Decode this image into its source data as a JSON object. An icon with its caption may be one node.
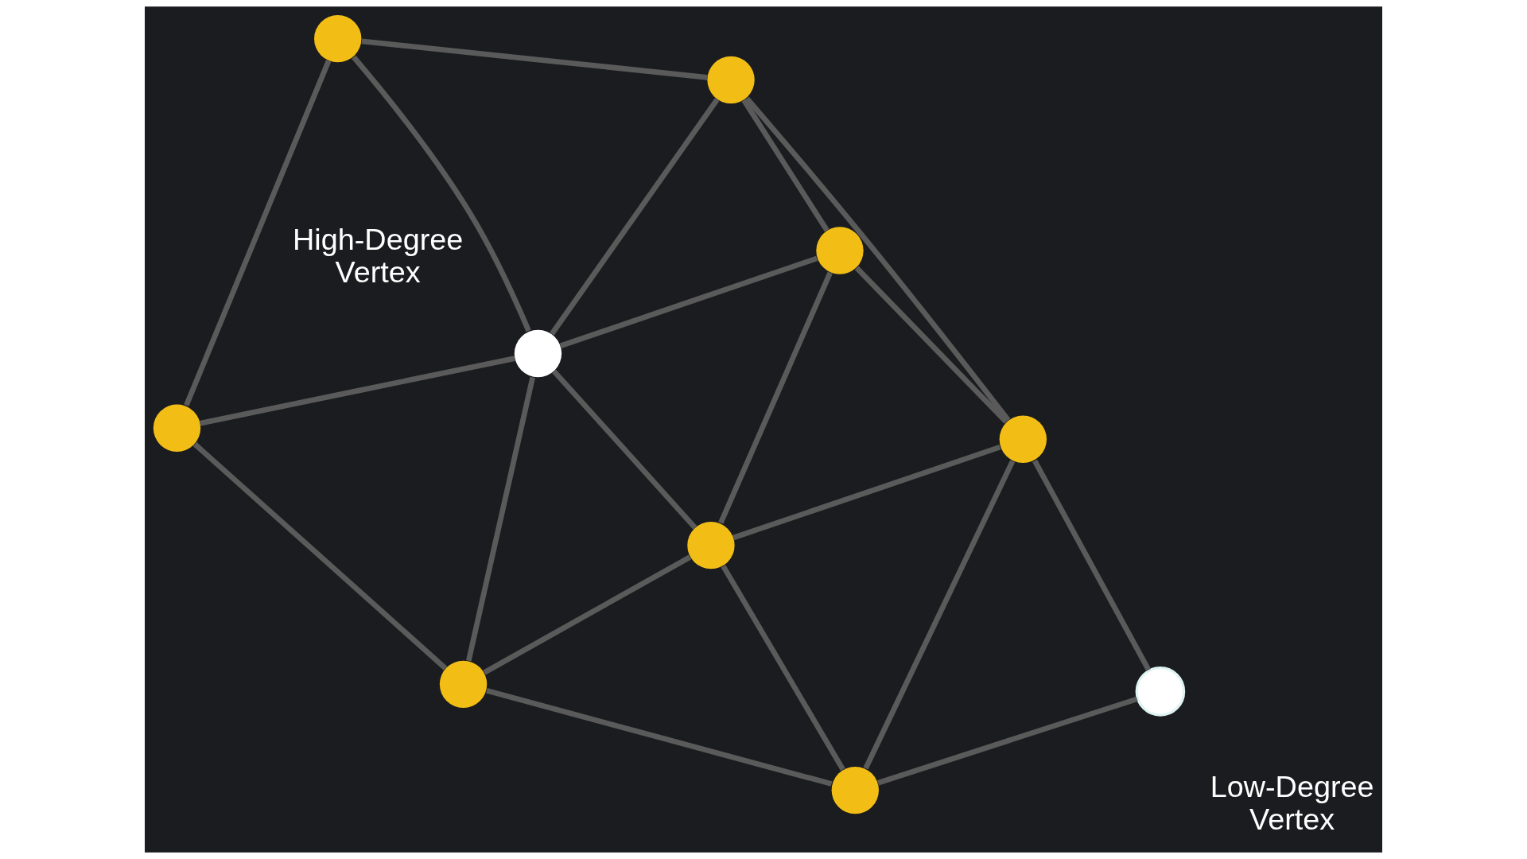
{
  "diagram": {
    "nodes": [
      {
        "text": [],
        "shape": "circle"
      },
      {
        "text": [],
        "shape": "circle"
      },
      {
        "text": [],
        "shape": "circle",
        "beside": [
          "High-Degree Vertex"
        ]
      },
      {
        "text": [],
        "shape": "circle"
      },
      {
        "text": [],
        "shape": "circle"
      },
      {
        "text": [],
        "shape": "circle"
      },
      {
        "text": [],
        "shape": "circle"
      },
      {
        "text": [],
        "shape": "circle"
      },
      {
        "text": [],
        "shape": "circle"
      },
      {
        "text": [],
        "shape": "circle",
        "beside": [
          "Low-Degree Vertex"
        ]
      }
    ],
    "edges": [
      {
        "from": 1,
        "to": 5,
        "arrow": "none"
      },
      {
        "from": 0,
        "to": 1,
        "arrow": "none"
      },
      {
        "from": 1,
        "to": 2,
        "arrow": "none"
      },
      {
        "from": 2,
        "to": 5,
        "arrow": "none"
      },
      {
        "from": 5,
        "to": 6,
        "arrow": "none"
      },
      {
        "from": 5,
        "to": 8,
        "arrow": "none"
      },
      {
        "from": 0,
        "to": 2,
        "arrow": "none"
      },
      {
        "from": 0,
        "to": 3,
        "arrow": "none"
      },
      {
        "from": 2,
        "to": 6,
        "arrow": "none"
      },
      {
        "from": 2,
        "to": 4,
        "arrow": "none"
      },
      {
        "from": 2,
        "to": 3,
        "arrow": "none"
      },
      {
        "from": 6,
        "to": 8,
        "arrow": "none"
      },
      {
        "from": 4,
        "to": 6,
        "arrow": "none"
      },
      {
        "from": 6,
        "to": 7,
        "arrow": "none"
      },
      {
        "from": 7,
        "to": 8,
        "arrow": "none"
      },
      {
        "from": 8,
        "to": 9,
        "arrow": "none"
      },
      {
        "from": 3,
        "to": 4,
        "arrow": "none"
      },
      {
        "from": 4,
        "to": 7,
        "arrow": "none"
      },
      {
        "from": 3,
        "to": 7,
        "arrow": "none"
      },
      {
        "from": 7,
        "to": 9,
        "arrow": "none"
      }
    ]
  }
}
